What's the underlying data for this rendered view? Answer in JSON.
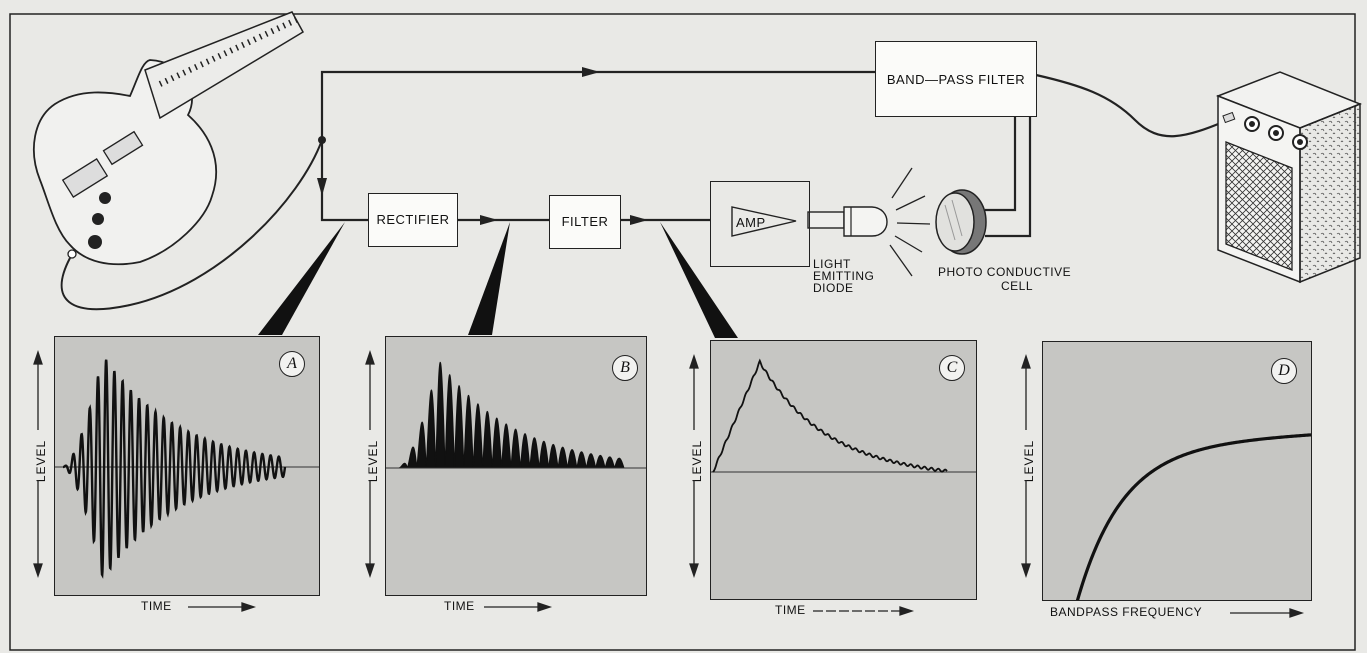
{
  "blocks": {
    "bandpass": "BAND—PASS FILTER",
    "rectifier": "RECTIFIER",
    "filter": "FILTER",
    "amp": "AMP"
  },
  "labels": {
    "led_line1": "LIGHT",
    "led_line2": "EMITTING",
    "led_line3": "DIODE",
    "pc_line1": "PHOTO CONDUCTIVE",
    "pc_line2": "CELL"
  },
  "panels": [
    {
      "id": "A",
      "ylabel": "LEVEL",
      "xlabel": "TIME"
    },
    {
      "id": "B",
      "ylabel": "LEVEL",
      "xlabel": "TIME"
    },
    {
      "id": "C",
      "ylabel": "LEVEL",
      "xlabel": "TIME"
    },
    {
      "id": "D",
      "ylabel": "LEVEL",
      "xlabel": "BANDPASS FREQUENCY"
    }
  ],
  "colors": {
    "ink": "#1a1a1a",
    "panel_fill": "#c6c6c3",
    "paper": "#e9e9e6"
  },
  "icons": [
    "electric-guitar-icon",
    "guitar-amplifier-icon",
    "led-icon",
    "photo-cell-icon",
    "amplifier-triangle-icon"
  ]
}
